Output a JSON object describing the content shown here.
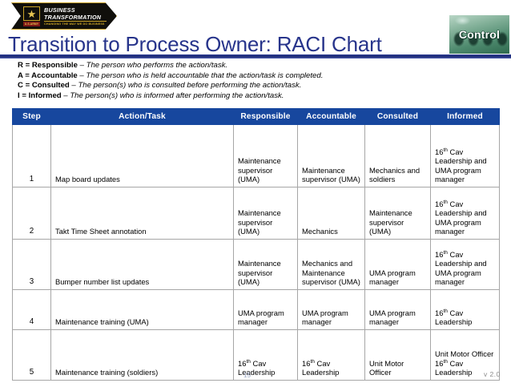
{
  "branding": {
    "banner_line1": "BUSINESS",
    "banner_line2": "TRANSFORMATION",
    "banner_tagline": "CHANGING THE WAY WE DO BUSINESS",
    "banner_seal_label": "U.S.ARMY",
    "star_glyph": "★"
  },
  "badge": {
    "label": "Control"
  },
  "header": {
    "title": "Transition to Process Owner:  RACI Chart"
  },
  "legend": {
    "items": [
      {
        "key": "R = Responsible",
        "dash": " – ",
        "desc": "The person who performs the action/task."
      },
      {
        "key": "A = Accountable",
        "dash": " – ",
        "desc": "The person who is held accountable that the action/task is completed."
      },
      {
        "key": "C = Consulted",
        "dash": " – ",
        "desc": "The person(s) who is consulted before performing the action/task."
      },
      {
        "key": "I = Informed",
        "dash": " – ",
        "desc": "The person(s) who is informed after performing the action/task."
      }
    ]
  },
  "table": {
    "columns": [
      "Step",
      "Action/Task",
      "Responsible",
      "Accountable",
      "Consulted",
      "Informed"
    ],
    "rows": [
      {
        "step": "1",
        "task": "Map board updates",
        "responsible": "Maintenance supervisor (UMA)",
        "accountable": "Maintenance supervisor (UMA)",
        "consulted": "Mechanics and soldiers",
        "informed_pre": "16",
        "informed_sup": "th",
        "informed_post": " Cav Leadership and UMA program manager"
      },
      {
        "step": "2",
        "task": "Takt Time Sheet annotation",
        "responsible": "Maintenance supervisor (UMA)",
        "accountable": "Mechanics",
        "consulted": "Maintenance supervisor (UMA)",
        "informed_pre": "16",
        "informed_sup": "th",
        "informed_post": " Cav Leadership and UMA program manager"
      },
      {
        "step": "3",
        "task": "Bumper number list updates",
        "responsible": "Maintenance supervisor (UMA)",
        "accountable": "Mechanics and Maintenance supervisor (UMA)",
        "consulted": "UMA program manager",
        "informed_pre": "16",
        "informed_sup": "th",
        "informed_post": " Cav Leadership and UMA program manager"
      },
      {
        "step": "4",
        "task": "Maintenance training (UMA)",
        "responsible": "UMA program manager",
        "accountable": "UMA program manager",
        "consulted": "UMA program manager",
        "informed_pre": "16",
        "informed_sup": "th",
        "informed_post": " Cav Leadership"
      },
      {
        "step": "5",
        "task": "Maintenance training (soldiers)",
        "responsible_pre": "16",
        "responsible_sup": "th",
        "responsible_post": " Cav Leadership",
        "accountable_pre": "16",
        "accountable_sup": "th",
        "accountable_post": " Cav Leadership",
        "consulted": "Unit Motor Officer",
        "informed_pre": "Unit Motor Officer 16",
        "informed_sup": "th",
        "informed_post": " Cav Leadership"
      }
    ]
  },
  "footer": {
    "page_number": "15",
    "version": "v 2.0"
  },
  "colors": {
    "title_blue": "#27348b",
    "divider_blue": "#1d2a73",
    "table_header_blue": "#17479e",
    "badge_green": "#4e8a6e",
    "banner_gold": "#c9a227"
  }
}
